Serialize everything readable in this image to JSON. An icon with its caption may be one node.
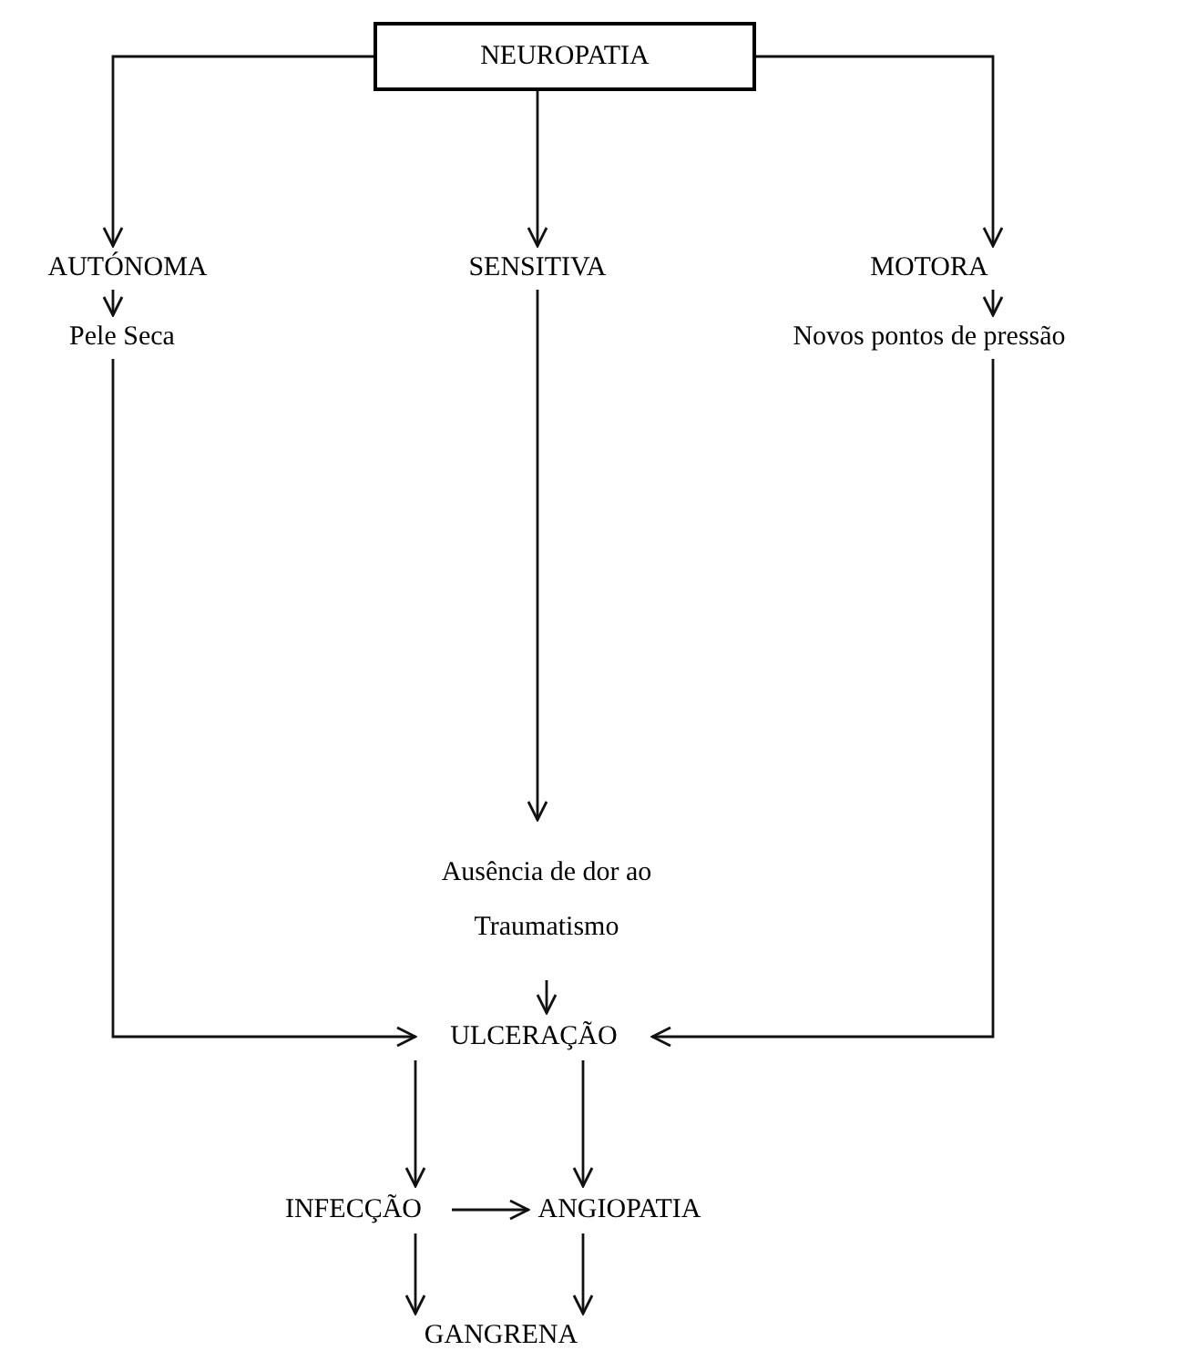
{
  "diagram": {
    "nodes": [
      {
        "text": [
          "NEUROPATIA"
        ]
      },
      {
        "text": [
          "AUTÓNOMA"
        ]
      },
      {
        "text": [
          "SENSITIVA"
        ]
      },
      {
        "text": [
          "MOTORA"
        ]
      },
      {
        "text": [
          "Pele Seca"
        ]
      },
      {
        "text": [
          "Ausência de dor ao Traumatismo"
        ]
      },
      {
        "text": [
          "Novos pontos de pressão"
        ]
      },
      {
        "text": [
          "ULCERAÇÃO"
        ]
      },
      {
        "text": [
          "INFECÇÃO"
        ]
      },
      {
        "text": [
          "ANGIOPATIA"
        ]
      },
      {
        "text": [
          "GANGRENA"
        ]
      }
    ],
    "edges": [
      {
        "from": 0,
        "to": 1,
        "arrow": "to"
      },
      {
        "from": 0,
        "to": 2,
        "arrow": "to"
      },
      {
        "from": 0,
        "to": 3,
        "arrow": "to"
      },
      {
        "from": 1,
        "to": 4,
        "arrow": "to"
      },
      {
        "from": 2,
        "to": 5,
        "arrow": "to"
      },
      {
        "from": 3,
        "to": 6,
        "arrow": "to"
      },
      {
        "from": 4,
        "to": 7,
        "arrow": "to"
      },
      {
        "from": 5,
        "to": 7,
        "arrow": "to"
      },
      {
        "from": 6,
        "to": 7,
        "arrow": "to"
      },
      {
        "from": 7,
        "to": 8,
        "arrow": "to"
      },
      {
        "from": 7,
        "to": 9,
        "arrow": "to"
      },
      {
        "from": 8,
        "to": 9,
        "arrow": "to"
      },
      {
        "from": 8,
        "to": 10,
        "arrow": "to"
      },
      {
        "from": 9,
        "to": 10,
        "arrow": "to"
      }
    ]
  }
}
